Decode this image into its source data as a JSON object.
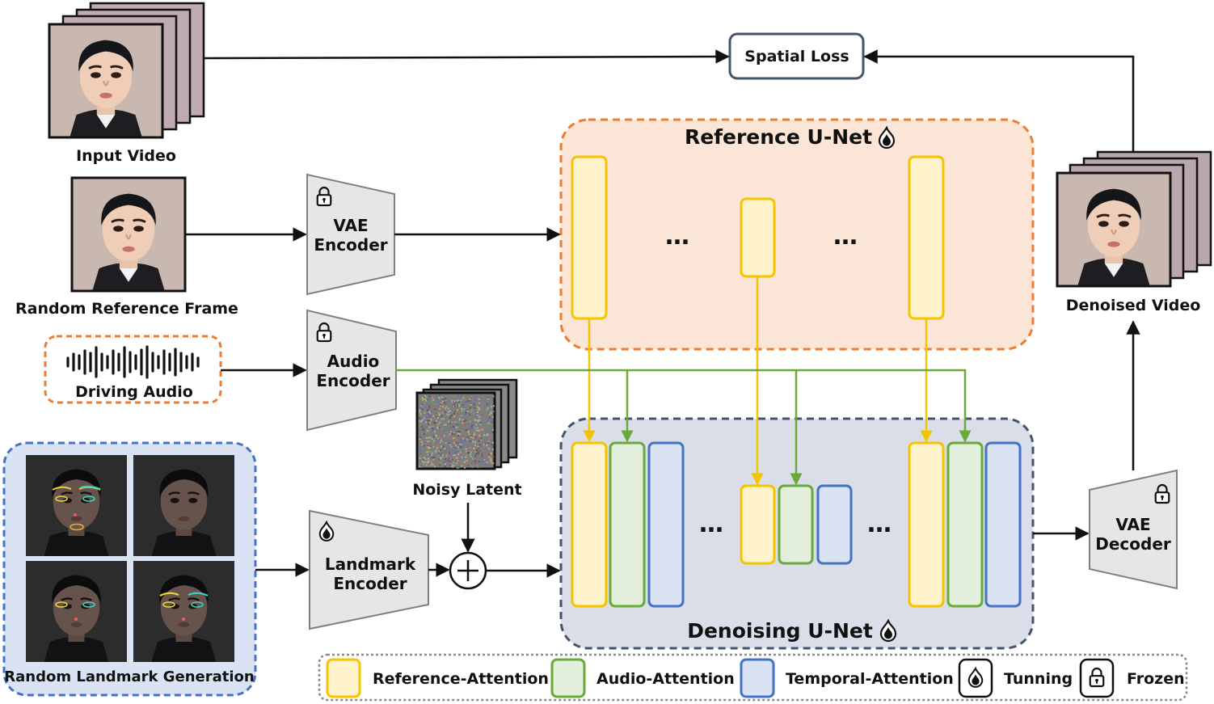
{
  "labels": {
    "input_video": "Input Video",
    "random_reference_frame": "Random Reference Frame",
    "driving_audio": "Driving Audio",
    "random_landmark_generation": "Random Landmark Generation",
    "noisy_latent": "Noisy Latent",
    "denoised_video": "Denoised Video",
    "spatial_loss": "Spatial Loss"
  },
  "encoders": {
    "vae_encoder": [
      "VAE",
      "Encoder"
    ],
    "audio_encoder": [
      "Audio",
      "Encoder"
    ],
    "landmark_encoder": [
      "Landmark",
      "Encoder"
    ],
    "vae_decoder": [
      "VAE",
      "Decoder"
    ]
  },
  "unets": {
    "reference": "Reference U-Net",
    "denoising": "Denoising U-Net",
    "ellipsis": "…"
  },
  "legend": {
    "reference_attention": "Reference-Attention",
    "audio_attention": "Audio-Attention",
    "temporal_attention": "Temporal-Attention",
    "tunning": "Tunning",
    "frozen": "Frozen"
  },
  "colors": {
    "reference_fill": "#fff3cc",
    "reference_stroke": "#f5c400",
    "audio_fill": "#e2efda",
    "audio_stroke": "#6aaa3a",
    "temporal_fill": "#dae3f3",
    "temporal_stroke": "#4472c4",
    "orange_dash": "#ed7d31",
    "blue_dash": "#4472c4",
    "reference_bg": "#fbe5d6",
    "denoising_bg": "#d9dee9"
  },
  "icons": {
    "tunning": "flame-icon",
    "frozen": "lock-icon"
  }
}
